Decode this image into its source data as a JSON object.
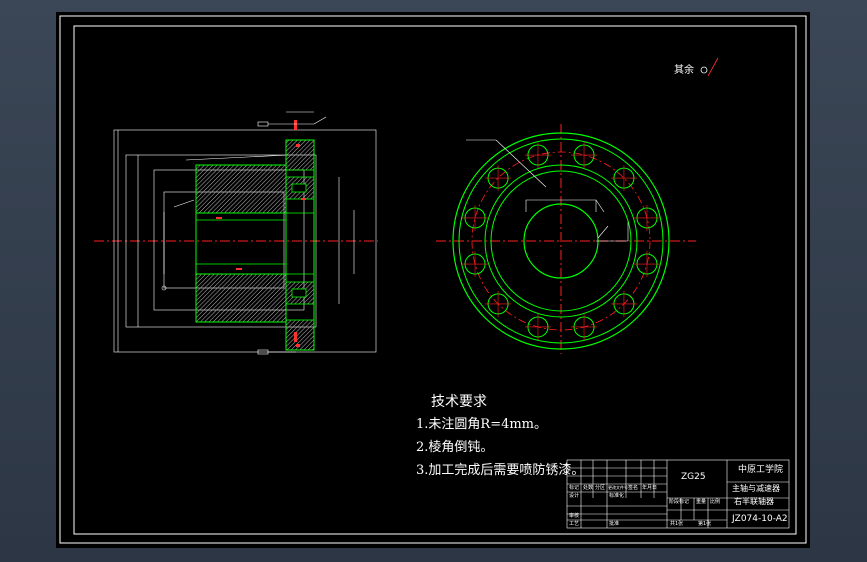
{
  "drawing": {
    "roughness_note": "其余",
    "tech_requirements": {
      "title": "技术要求",
      "items": [
        "1.未注圆角R=4mm。",
        "2.棱角倒钝。",
        "3.加工完成后需要喷防锈漆。"
      ]
    },
    "title_block": {
      "material": "ZG25",
      "school": "中原工学院",
      "part_name_line1": "主轴与减速器",
      "part_name_line2": "右半联轴器",
      "drawing_number": "JZ074-10-A2",
      "cells": [
        "标记",
        "处数",
        "分区",
        "更改文件号",
        "签名",
        "年月日",
        "设计",
        "标准化",
        "阶段标记",
        "重量",
        "比例",
        "审核",
        "工艺",
        "批准",
        "共1张",
        "第1张"
      ]
    }
  },
  "colors": {
    "background": "#000000",
    "frame": "#ffffff",
    "outline": "#00ff00",
    "centerline": "#ff0000",
    "hatch": "#b0b0b0"
  }
}
